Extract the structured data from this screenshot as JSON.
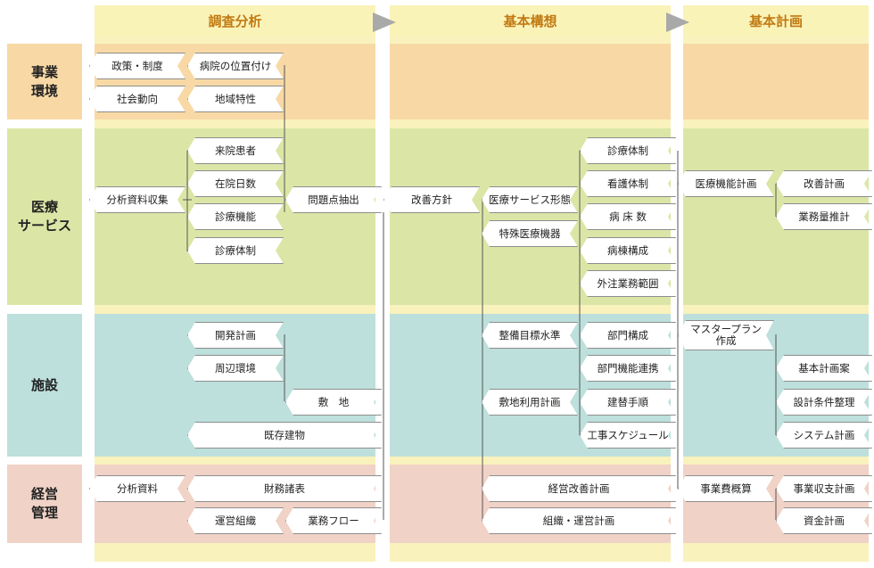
{
  "columns": {
    "research": "調査分析",
    "concept": "基本構想",
    "plan": "基本計画"
  },
  "rows": {
    "business_env": "事業\n環境",
    "medical_service": "医療\nサービス",
    "facility": "施設",
    "management": "経営\n管理"
  },
  "boxes": {
    "policy": "政策・制度",
    "hospital_position": "病院の位置付け",
    "social_trend": "社会動向",
    "regional_traits": "地域特性",
    "outpatients": "来院患者",
    "inpatient_days": "在院日数",
    "medical_function": "診療機能",
    "medical_system_r": "診療体制",
    "analysis_collect": "分析資料収集",
    "problem_extract": "問題点抽出",
    "improve_policy": "改善方針",
    "medical_service_form": "医療サービス形態",
    "special_equipment": "特殊医療機器",
    "medical_system_c": "診療体制",
    "nursing_system": "看護体制",
    "bed_count": "病 床 数",
    "ward_structure": "病棟構成",
    "outsourcing": "外注業務範囲",
    "medical_function_plan": "医療機能計画",
    "improvement_plan": "改善計画",
    "workload_estimate": "業務量推計",
    "dev_plan": "開発計画",
    "surroundings": "周辺環境",
    "site": "敷　地",
    "existing_buildings": "既存建物",
    "equipment_target": "整備目標水準",
    "dept_structure": "部門構成",
    "dept_function_link": "部門機能連携",
    "site_usage_plan": "敷地利用計画",
    "rebuild_procedure": "建替手順",
    "construction_schedule": "工事スケジュール",
    "master_plan": "マスタープラン\n作成",
    "basic_plan_draft": "基本計画案",
    "design_conditions": "設計条件整理",
    "system_plan": "システム計画",
    "analysis_data": "分析資料",
    "financial_statements": "財務諸表",
    "operation_org": "運営組織",
    "business_flow": "業務フロー",
    "management_improvement": "経営改善計画",
    "org_operation_plan": "組織・運営計画",
    "cost_estimate": "事業費概算",
    "revenue_plan": "事業収支計画",
    "funding_plan": "資金計画"
  },
  "colors": {
    "column_header": "#faf3b8",
    "header_text": "#c17a12",
    "business_env_bg": "#f8d9a5",
    "medical_bg": "#dbe6a6",
    "facility_bg": "#bde0dc",
    "management_bg": "#f1d2c6",
    "separator": "#f9f2bd",
    "arrow": "#a9a9a9"
  }
}
